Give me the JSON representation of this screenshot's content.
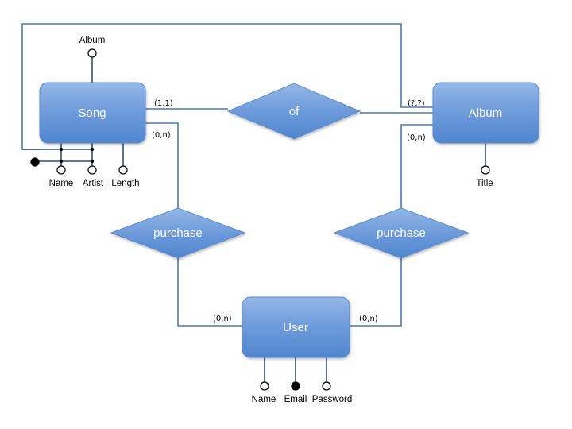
{
  "entities": {
    "song": "Song",
    "album": "Album",
    "user": "User"
  },
  "relationships": {
    "of": "of",
    "purchase_song": "purchase",
    "purchase_album": "purchase"
  },
  "attributes": {
    "song_album": "Album",
    "song_name": "Name",
    "song_artist": "Artist",
    "song_length": "Length",
    "album_title": "Title",
    "user_name": "Name",
    "user_email": "Email",
    "user_password": "Password"
  },
  "cardinalities": {
    "song_of": "(1,1)",
    "album_of": "(?,?)",
    "song_purchase": "(0,n)",
    "album_purchase": "(0,n)",
    "user_purchase_song": "(0,n)",
    "user_purchase_album": "(0,n)"
  },
  "colors": {
    "box_fill_top": "#8fb4e6",
    "box_fill_bottom": "#4f86cf",
    "line": "#4a78b6"
  }
}
